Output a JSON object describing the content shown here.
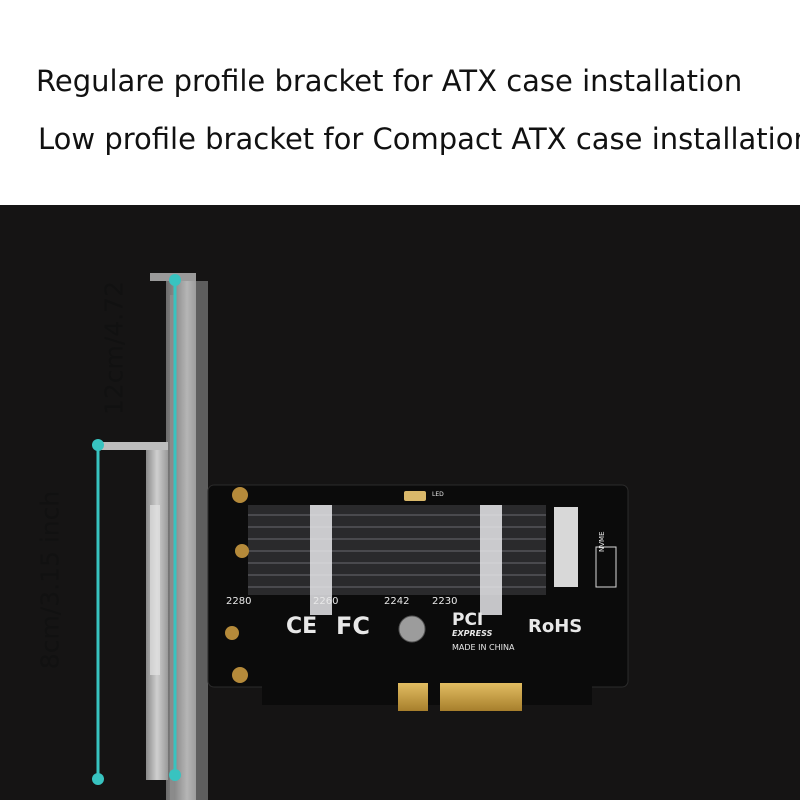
{
  "caption": {
    "line1": "Regulare profile bracket for ATX case installation",
    "line2": "Low profile bracket for Compact ATX case installation"
  },
  "dimensions": {
    "regular_height": "12cm/4.72",
    "low_height": "8cm/3.15 inch"
  },
  "card_markings": {
    "size_2280": "2280",
    "size_2260": "2260",
    "size_2242": "2242",
    "size_2230": "2230",
    "ce": "CE",
    "fc": "FC",
    "pci": "PCI",
    "express": "EXPRESS",
    "rohs": "RoHS",
    "made_in": "MADE IN CHINA",
    "nvme": "NVME",
    "led": "LED"
  },
  "colors": {
    "background_cloth": "#151414",
    "dimension_line": "#38c3c0",
    "pcb": "#0b0b0b",
    "heatsink": "#2c2c2e",
    "gold": "#c9a24a"
  }
}
